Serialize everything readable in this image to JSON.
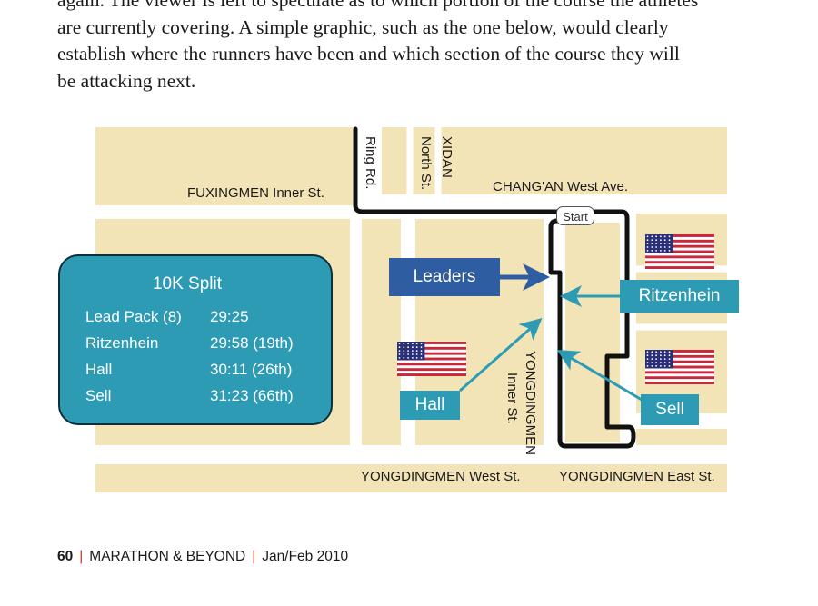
{
  "article": {
    "lines": [
      "again. The viewer is left to speculate as to which portion of the course the athletes",
      "are currently covering. A simple graphic, such as the one below, would clearly",
      "establish where the runners have been and which section of the course they will",
      "be attacking next."
    ]
  },
  "map": {
    "streets": {
      "ring_rd": "Ring Rd.",
      "xidan_1": "XIDAN",
      "xidan_2": "North St.",
      "fuxingmen": "FUXINGMEN Inner St.",
      "changan": "CHANG'AN West Ave.",
      "yongdingmen_inner_1": "YONGDINGMEN",
      "yongdingmen_inner_2": "Inner St.",
      "yongdingmen_west": "YONGDINGMEN West St.",
      "yongdingmen_east": "YONGDINGMEN East St."
    },
    "start_label": "Start",
    "labels": {
      "leaders": "Leaders",
      "ritzenhein": "Ritzenhein",
      "hall": "Hall",
      "sell": "Sell"
    },
    "split": {
      "title": "10K Split",
      "rows": [
        {
          "name": "Lead Pack (8)",
          "time": "29:25"
        },
        {
          "name": "Ritzenhein",
          "time": "29:58 (19th)"
        },
        {
          "name": "Hall",
          "time": "30:11 (26th)"
        },
        {
          "name": "Sell",
          "time": "31:23 (66th)"
        }
      ]
    },
    "colors": {
      "block": "#f3e4b8",
      "route": "#111111",
      "teal": "#2e9bb5",
      "leaders_blue": "#2f5da2",
      "flag_red": "#c8283c",
      "flag_blue": "#2b2f77"
    }
  },
  "footer": {
    "page": "60",
    "publication": "MARATHON & BEYOND",
    "issue": "Jan/Feb 2010"
  }
}
